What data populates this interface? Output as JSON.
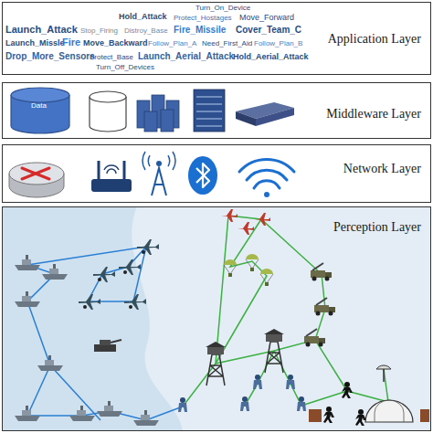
{
  "diagram": {
    "nodes": [
      {
        "text": [
          "Application Layer"
        ]
      },
      {
        "text": [
          "Middleware Layer"
        ]
      },
      {
        "text": [
          "Network Layer"
        ]
      },
      {
        "text": [
          "Perception Layer"
        ]
      }
    ],
    "labels": [
      "Turn_On_Device",
      "Hold_Attack",
      "Protect_Hostages",
      "Move_Forward",
      "Launch_Attack",
      "Stop_Firing",
      "Distroy_Base",
      "Fire_Missile",
      "Cover_Team_C",
      "Launch_Missle",
      "Fire",
      "Move_Backward",
      "Follow_Plan_A",
      "Need_First_Aid",
      "Follow_Plan_B",
      "Drop_More_Sensors",
      "Protect_Base",
      "Launch_Aerial_Attack",
      "Hold_Aerial_Attack",
      "Turn_Off_Devices",
      "Data"
    ]
  }
}
